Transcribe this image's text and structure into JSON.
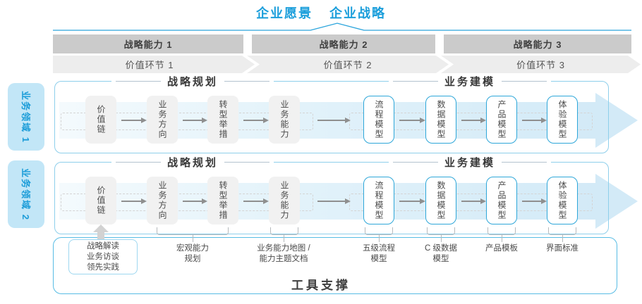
{
  "title": {
    "part1": "企业愿景",
    "part2": "企业战略"
  },
  "strategy_bars": [
    "战略能力 1",
    "战略能力 2",
    "战略能力 3"
  ],
  "value_chevrons": [
    "价值环节 1",
    "价值环节 2",
    "价值环节 3"
  ],
  "domain_tabs": [
    "业务领域 1",
    "业务领域 2"
  ],
  "bands": [
    {
      "planning_header": "战略规划",
      "modeling_header": "业务建模",
      "gray_boxes": [
        "价值链",
        "业务方向",
        "转型举措",
        "业务能力"
      ],
      "blue_boxes": [
        "流程模型",
        "数据模型",
        "产品模型",
        "体验模型"
      ]
    },
    {
      "planning_header": "战略规划",
      "modeling_header": "业务建模",
      "gray_boxes": [
        "价值链",
        "业务方向",
        "转型举措",
        "业务能力"
      ],
      "blue_boxes": [
        "流程模型",
        "数据模型",
        "产品模型",
        "体验模型"
      ]
    }
  ],
  "annotations": {
    "callout_lines": [
      "战略解读",
      "业务访谈",
      "领先实践"
    ],
    "notes": [
      {
        "lines": [
          "宏观能力",
          "规划"
        ]
      },
      {
        "lines": [
          "业务能力地图 /",
          "能力主题文档"
        ]
      },
      {
        "lines": [
          "五级流程",
          "模型"
        ]
      },
      {
        "lines": [
          "C 级数据",
          "模型"
        ]
      },
      {
        "lines": [
          "产品模板"
        ]
      },
      {
        "lines": [
          "界面标准"
        ]
      }
    ]
  },
  "footer": {
    "label": "工具支撑"
  },
  "colors": {
    "accent_blue": "#1a9edb",
    "tab_fill": "#c2e6f7",
    "band_border": "#8ecfeb",
    "blue_box_border": "#2ea7d9",
    "gray_bar": "#cbcbcb",
    "chevron_fill": "#ededed",
    "arrow_band_fill": "#d3eaf7",
    "tool_frame_border": "#57bce4",
    "text_dark": "#3f3f3f"
  }
}
